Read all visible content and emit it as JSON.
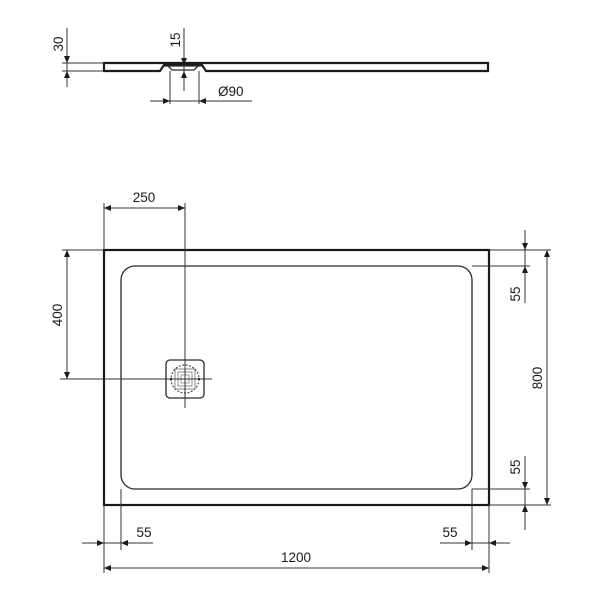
{
  "drawing": {
    "title": "Shower tray technical drawing",
    "units": "mm",
    "line_color": "#1a1a1a",
    "background": "#ffffff"
  },
  "side_view": {
    "thickness_label": "30",
    "drain_depth_label": "15",
    "drain_diameter_label": "Ø90"
  },
  "top_view": {
    "drain_offset_x_label": "250",
    "drain_offset_y_label": "400",
    "width_label": "1200",
    "depth_label": "800",
    "border_left_label": "55",
    "border_right_label": "55",
    "border_top_label": "55",
    "border_bottom_label": "55"
  }
}
